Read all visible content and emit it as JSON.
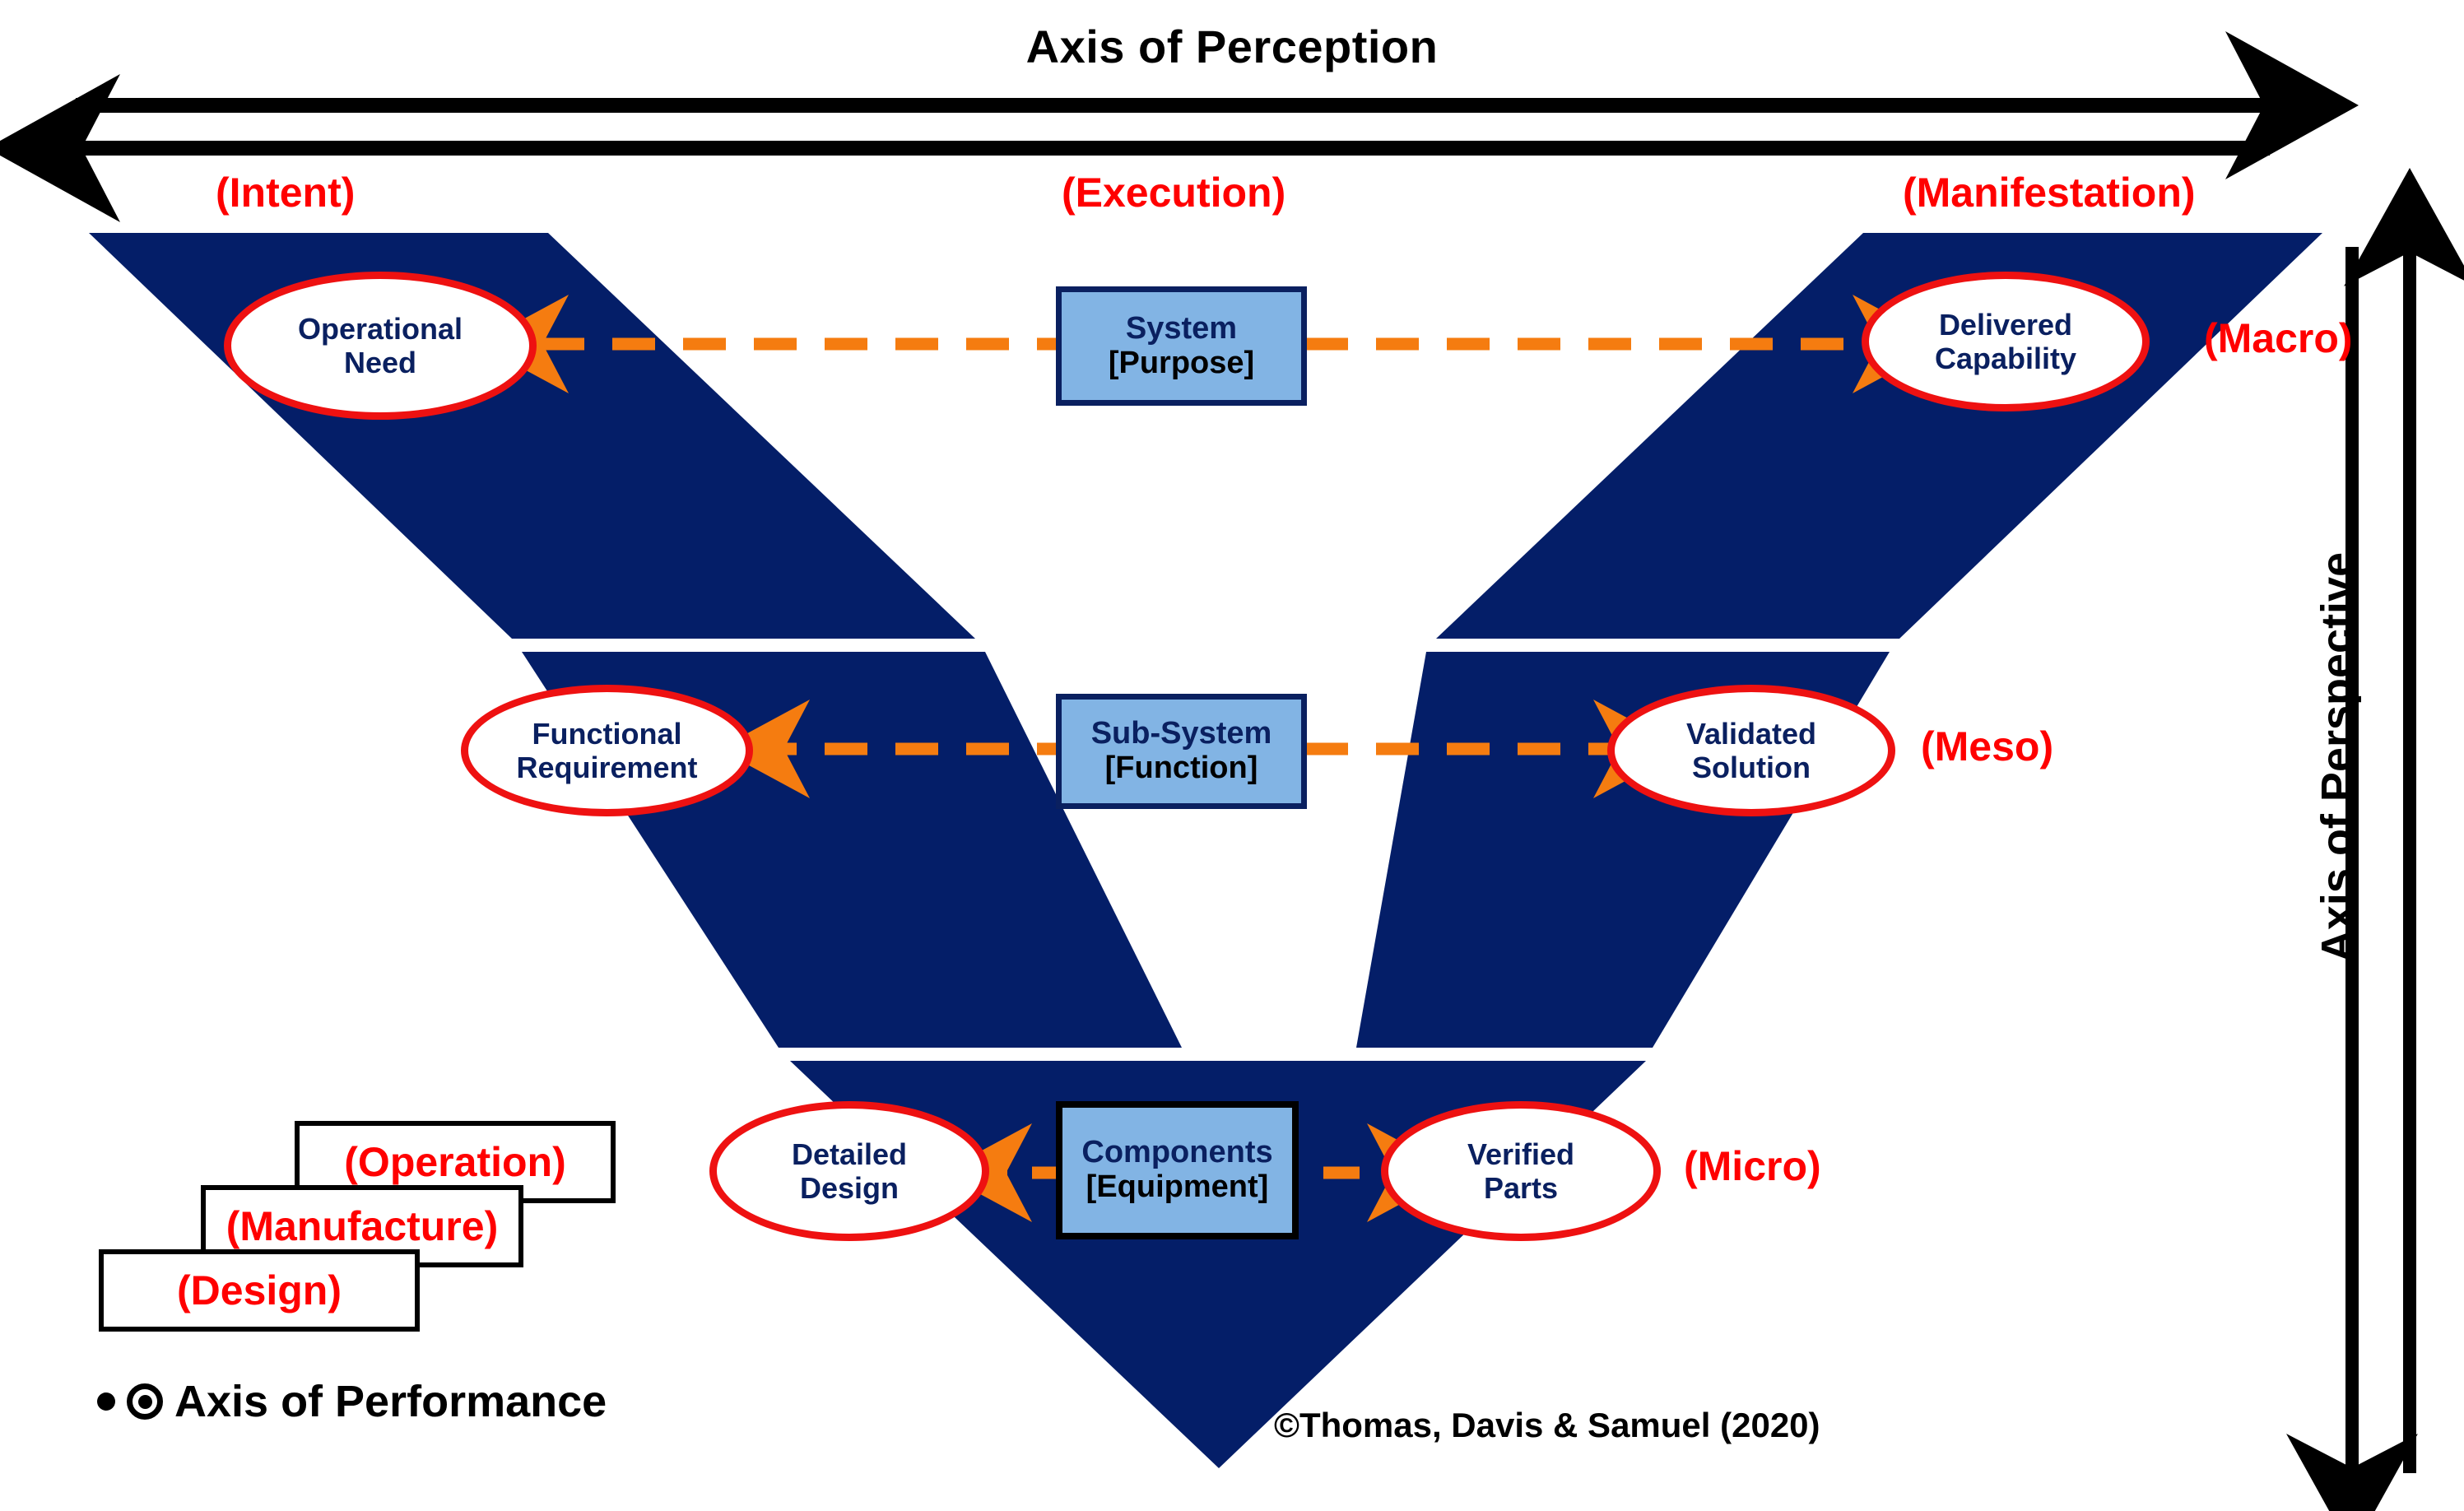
{
  "diagram": {
    "title_top": "Axis of Perception",
    "title_right": "Axis of Perspective",
    "title_bottom": "Axis of Performance",
    "copyright": "©Thomas, Davis & Samuel (2020)",
    "colors": {
      "navy_band": "#041E68",
      "node_border_red": "#EE1111",
      "node_text_navy": "#0A2060",
      "center_box_fill": "#82B4E4",
      "center_box_border_navy": "#0A2060",
      "center_box_border_black": "#000000",
      "arrow_orange": "#F57C10",
      "label_red": "#FF0000",
      "axis_black": "#000000",
      "background": "#FFFFFF"
    }
  },
  "perception_axis": {
    "label": "Axis of Perception",
    "forward_arrow_direction": "right",
    "reverse_arrow_direction": "left",
    "stages": [
      {
        "key": "intent",
        "label": "(Intent)"
      },
      {
        "key": "execution",
        "label": "(Execution)"
      },
      {
        "key": "manifestation",
        "label": "(Manifestation)"
      }
    ]
  },
  "perspective_axis": {
    "label": "Axis of Perspective",
    "down_arrow_direction": "down",
    "up_arrow_direction": "up",
    "levels": [
      {
        "key": "macro",
        "label": "(Macro)"
      },
      {
        "key": "meso",
        "label": "(Meso)"
      },
      {
        "key": "micro",
        "label": "(Micro)"
      }
    ]
  },
  "performance_axis": {
    "label": "Axis of Performance",
    "bullet_icon": "filled-dot",
    "target_icon": "bullseye",
    "phases": [
      {
        "key": "operation",
        "label": "(Operation)"
      },
      {
        "key": "manufacture",
        "label": "(Manufacture)"
      },
      {
        "key": "design",
        "label": "(Design)"
      }
    ]
  },
  "rows": [
    {
      "level": "Macro",
      "left_node": {
        "line1": "Operational",
        "line2": "Need"
      },
      "center_box": {
        "top": "System",
        "bottom": "[Purpose]"
      },
      "right_node": {
        "line1": "Delivered",
        "line2": "Capability"
      }
    },
    {
      "level": "Meso",
      "left_node": {
        "line1": "Functional",
        "line2": "Requirement"
      },
      "center_box": {
        "top": "Sub-System",
        "bottom": "[Function]"
      },
      "right_node": {
        "line1": "Validated",
        "line2": "Solution"
      }
    },
    {
      "level": "Micro",
      "left_node": {
        "line1": "Detailed",
        "line2": "Design"
      },
      "center_box": {
        "top": "Components",
        "bottom": "[Equipment]"
      },
      "right_node": {
        "line1": "Verified",
        "line2": "Parts"
      }
    }
  ]
}
